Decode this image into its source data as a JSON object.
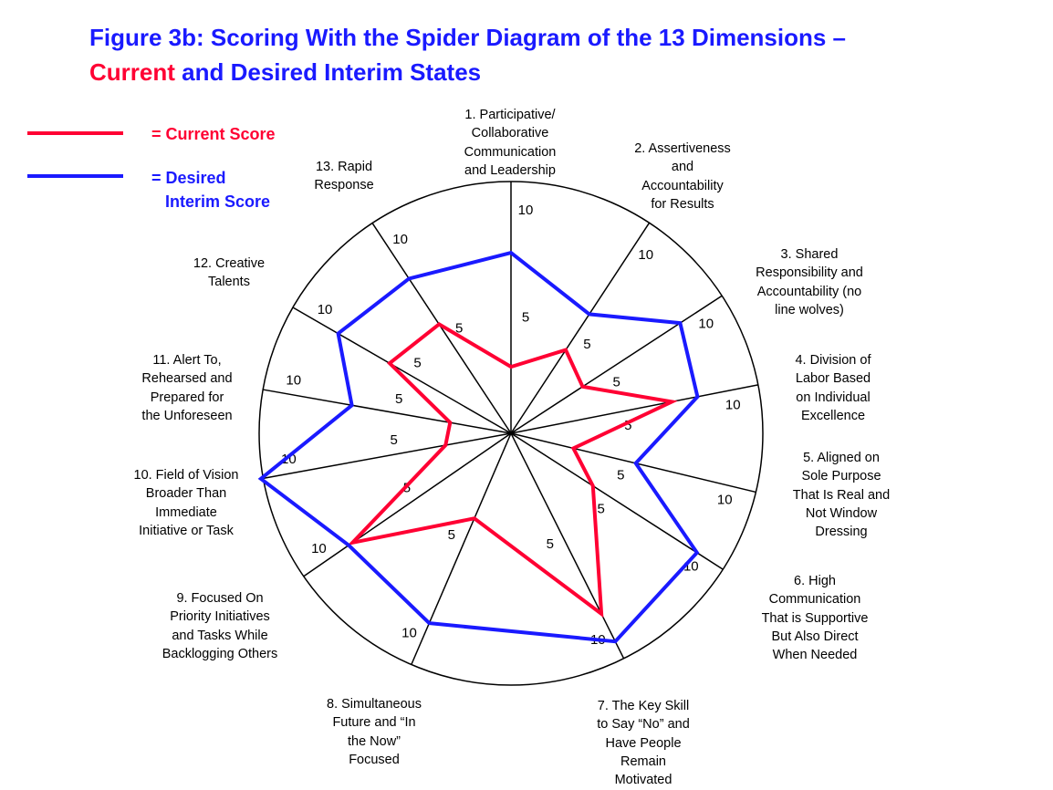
{
  "title": {
    "line1": "Figure 3b: Scoring With the Spider Diagram of the 13 Dimensions –",
    "line2_red": "Current",
    "line2_rest": " and Desired Interim States"
  },
  "legend": [
    {
      "label": "= Current Score",
      "color": "#ff0033"
    },
    {
      "label_line1": "= Desired",
      "label_line2": "Interim Score",
      "color": "#1a1aff"
    }
  ],
  "chart_data": {
    "type": "radar",
    "title": "Scoring With the Spider Diagram of the 13 Dimensions",
    "axis_max": 10.6,
    "tick_labels": [
      "5",
      "10"
    ],
    "ticks": [
      5,
      10
    ],
    "categories": [
      [
        "1. Participative/",
        "Collaborative",
        "Communication",
        "and Leadership"
      ],
      [
        "2. Assertiveness",
        "and",
        "Accountability",
        "for Results"
      ],
      [
        "3. Shared",
        "Responsibility and",
        "Accountability (no",
        "line wolves)"
      ],
      [
        "4. Division of",
        "Labor Based",
        "on Individual",
        "Excellence"
      ],
      [
        "5. Aligned on",
        "Sole Purpose",
        "That Is Real and",
        "Not Window",
        "Dressing"
      ],
      [
        "6. High",
        "Communication",
        "That is Supportive",
        "But Also Direct",
        "When Needed"
      ],
      [
        "7. The Key Skill",
        "to Say “No” and",
        "Have People",
        "Remain",
        "Motivated"
      ],
      [
        "8. Simultaneous",
        "Future and “In",
        "the Now”",
        "Focused"
      ],
      [
        "9. Focused On",
        "Priority Initiatives",
        "and Tasks While",
        "Backlogging Others"
      ],
      [
        "10. Field of Vision",
        "Broader Than",
        "Immediate",
        "Initiative or Task"
      ],
      [
        "11. Alert To,",
        "Rehearsed and",
        "Prepared for",
        "the Unforeseen"
      ],
      [
        "12. Creative",
        "Talents"
      ],
      [
        "13. Rapid",
        "Response"
      ]
    ],
    "series": [
      {
        "name": "Current Score",
        "color": "#ff0033",
        "values": [
          2.8,
          4.2,
          3.6,
          6.9,
          2.7,
          4.1,
          8.5,
          3.9,
          8.1,
          2.8,
          2.6,
          5.9,
          5.5
        ]
      },
      {
        "name": "Desired Interim Score",
        "color": "#1a1aff",
        "values": [
          7.6,
          6.0,
          8.5,
          8.0,
          5.4,
          9.3,
          9.8,
          8.7,
          8.3,
          10.7,
          6.8,
          8.4,
          7.8
        ]
      }
    ]
  }
}
